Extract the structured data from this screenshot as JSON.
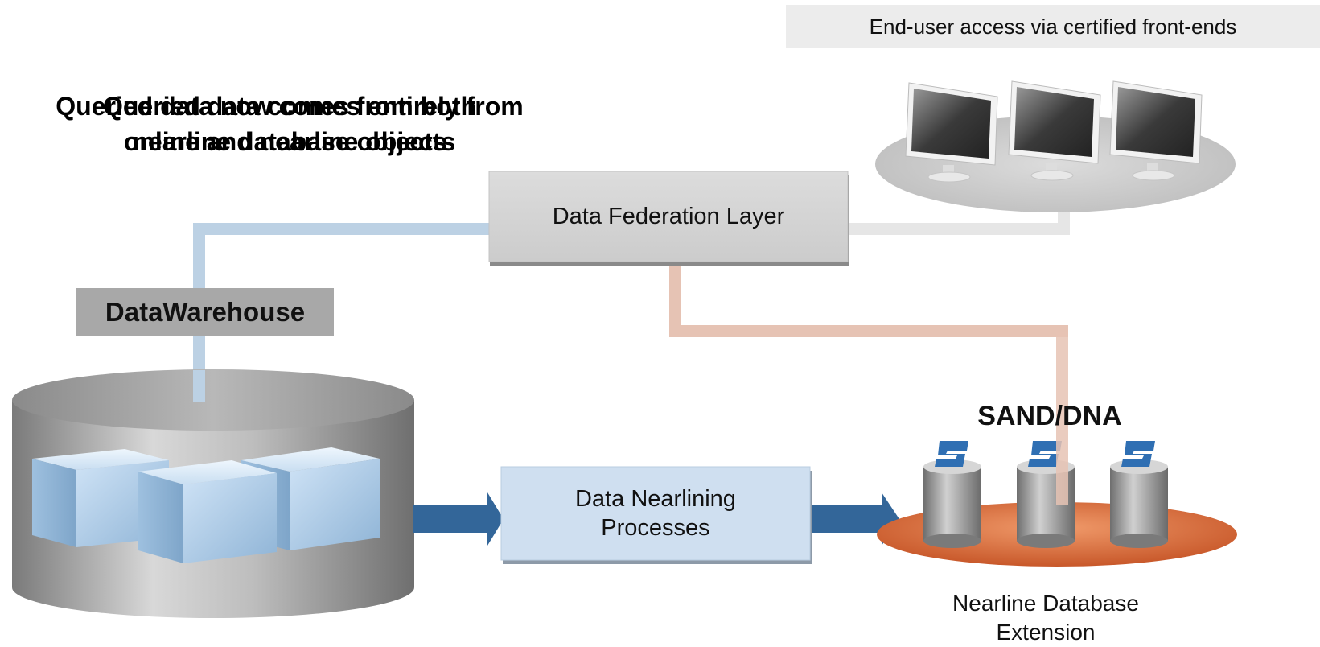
{
  "header": {
    "end_user_access": "End-user access via certified front-ends"
  },
  "overlay_text": {
    "line_a": "Queried data now comes entirely from\nnearline database objects",
    "line_b": "Queried data comes from both\nonline and nearline objects"
  },
  "nodes": {
    "data_federation": "Data Federation Layer",
    "data_warehouse": "DataWarehouse",
    "nearlining": "Data Nearlining\nProcesses",
    "sand_dna": "SAND/DNA",
    "nearline_extension": "Nearline Database\nExtension"
  },
  "icons": {
    "client_monitors": "monitor-icon",
    "warehouse_cylinder": "database-cylinder-icon",
    "data_cubes": "cube-icon",
    "sand_stacks": "sand-disk-stack-icon"
  },
  "colors": {
    "link_blue": "#bcd1e4",
    "link_gray": "#e6e6e6",
    "link_salmon": "#e6c3b4",
    "arrow_blue": "#336699",
    "federation_box": "#d4d4d4",
    "nearlining_box": "#cfdff0",
    "platform_orange": "#d9693a",
    "sand_blue": "#2f6fb3"
  }
}
